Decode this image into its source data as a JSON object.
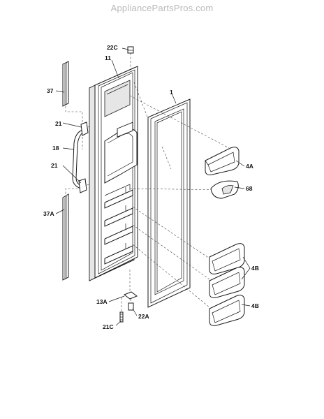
{
  "watermark": "AppliancePartsPros.com",
  "labels": {
    "p22C": "22C",
    "p11": "11",
    "p1": "1",
    "p37": "37",
    "p21a": "21",
    "p18": "18",
    "p21b": "21",
    "p37A": "37A",
    "p4A": "4A",
    "p68": "68",
    "p4B_top": "4B",
    "p4B_bottom": "4B",
    "p13A": "13A",
    "p22A": "22A",
    "p21C": "21C"
  }
}
